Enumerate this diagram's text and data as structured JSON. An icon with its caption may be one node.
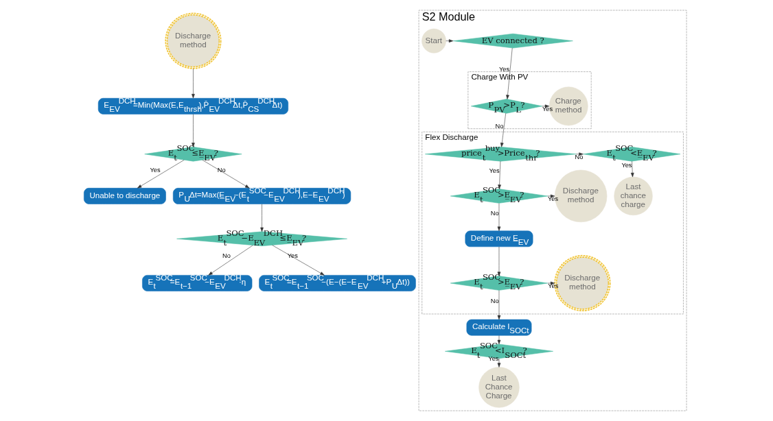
{
  "diagram": {
    "nodes": [
      {
        "text": [
          "Discharge method"
        ]
      },
      {
        "text": [
          "E$_{EV}$$^{DCH}$=Min(Max(E,E$_{thrsh}$),P̄$_{EV}$$^{DCH}$Δt,P̄$_{CS}$$^{DCH}$Δt)"
        ]
      },
      {
        "text": [
          "E$_{t}$$^{SOC}$≤E̲$_{EV}$?"
        ]
      },
      {
        "text": [
          "Unable to discharge"
        ]
      },
      {
        "text": [
          "P$_{U}$Δt=Max(E̲$_{EV}$−(E$_{t}$$^{SOC}$−E$_{EV}$$^{DCH}$),E−E$_{EV}$$^{DCH}$)"
        ]
      },
      {
        "text": [
          "E$_{t}$$^{SOC}$−E$_{EV}$$^{DCH}$≤E̲$_{EV}$?"
        ]
      },
      {
        "text": [
          "E$_{t}$$^{SOC}$=E$_{t−1}$$^{SOC}$−E$_{EV}$$^{DCH}$·η"
        ]
      },
      {
        "text": [
          "E$_{t}$$^{SOC}$=E$_{t−1}$$^{SOC}$−(E−(E−E$_{EV}$$^{DCH}$+P$_{U}$Δt))"
        ]
      },
      {
        "text": [
          "S2 Module"
        ]
      },
      {
        "text": [
          "Start"
        ],
        "in": 8
      },
      {
        "text": [
          "EV connected ?"
        ],
        "in": 8
      },
      {
        "text": [
          "Charge With PV"
        ],
        "in": 8
      },
      {
        "text": [
          "P$_{PV}$>P$_{L}$?"
        ],
        "in": 11
      },
      {
        "text": [
          "Charge method"
        ],
        "in": 11
      },
      {
        "text": [
          "Flex Discharge"
        ],
        "in": 8
      },
      {
        "text": [
          "price$_{t}$$^{buy}$>Price$_{thr}$?"
        ],
        "in": 14
      },
      {
        "text": [
          "E$_{t}$$^{SOC}$<E̲$_{EV}$?"
        ],
        "in": 14
      },
      {
        "text": [
          "Last chance charge"
        ],
        "in": 14
      },
      {
        "text": [
          "E$_{t}$$^{SOC}$>E̲$_{EV}$?"
        ],
        "in": 14
      },
      {
        "text": [
          "Discharge method"
        ],
        "in": 14
      },
      {
        "text": [
          "Define new E̲$_{EV}$"
        ],
        "in": 14
      },
      {
        "text": [
          "E$_{t}$$^{SOC}$>E̲$_{EV}$?"
        ],
        "in": 14
      },
      {
        "text": [
          "Discharge method"
        ],
        "in": 14
      },
      {
        "text": [
          "Calculate I$_{SOCt}$"
        ],
        "in": 8
      },
      {
        "text": [
          "E$_{t}$$^{SOC}$<I$_{SOCt}$?"
        ],
        "in": 8
      },
      {
        "text": [
          "Last Chance Charge"
        ],
        "in": 8
      }
    ],
    "edges": [
      {
        "from": 0,
        "to": 1,
        "arrow": "to"
      },
      {
        "from": 1,
        "to": 2,
        "arrow": "to"
      },
      {
        "from": 2,
        "to": 3,
        "arrow": "to",
        "label": "Yes"
      },
      {
        "from": 2,
        "to": 4,
        "arrow": "to",
        "label": "No"
      },
      {
        "from": 4,
        "to": 5,
        "arrow": "to"
      },
      {
        "from": 5,
        "to": 6,
        "arrow": "to",
        "label": "No"
      },
      {
        "from": 5,
        "to": 7,
        "arrow": "to",
        "label": "Yes"
      },
      {
        "from": 9,
        "to": 10,
        "arrow": "to"
      },
      {
        "from": 10,
        "to": 12,
        "arrow": "to",
        "label": "Yes"
      },
      {
        "from": 12,
        "to": 15,
        "arrow": "to",
        "label": "No"
      },
      {
        "from": 12,
        "to": 13,
        "arrow": "to",
        "label": "Yes"
      },
      {
        "from": 15,
        "to": 16,
        "arrow": "to",
        "label": "No"
      },
      {
        "from": 16,
        "to": 17,
        "arrow": "to",
        "label": "Yes"
      },
      {
        "from": 15,
        "to": 18,
        "arrow": "to",
        "label": "Yes"
      },
      {
        "from": 18,
        "to": 19,
        "arrow": "to",
        "label": "Yes"
      },
      {
        "from": 18,
        "to": 20,
        "arrow": "to",
        "label": "No"
      },
      {
        "from": 20,
        "to": 21,
        "arrow": "to"
      },
      {
        "from": 21,
        "to": 22,
        "arrow": "to",
        "label": "Yes"
      },
      {
        "from": 21,
        "to": 23,
        "arrow": "to",
        "label": "No"
      },
      {
        "from": 23,
        "to": 24,
        "arrow": "to"
      },
      {
        "from": 24,
        "to": 25,
        "arrow": "to",
        "label": "Yes"
      }
    ]
  }
}
